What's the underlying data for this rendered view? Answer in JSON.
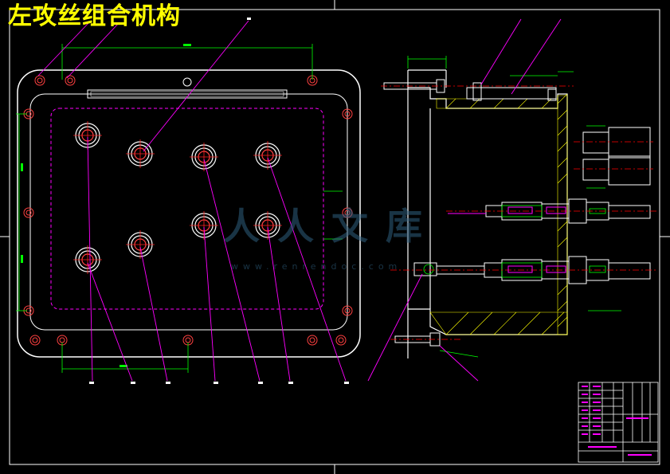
{
  "title": "左攻丝组合机构",
  "watermark": {
    "text": "人人文库",
    "url": "www.renrendoc.com"
  },
  "colors": {
    "background": "#000000",
    "title": "#ffff00",
    "outline": "#ffffff",
    "dimension": "#00ff00",
    "leader": "#ff00ff",
    "centerline": "#ff0000",
    "hatch": "#ffff00",
    "watermark": "#2f5f7f"
  }
}
